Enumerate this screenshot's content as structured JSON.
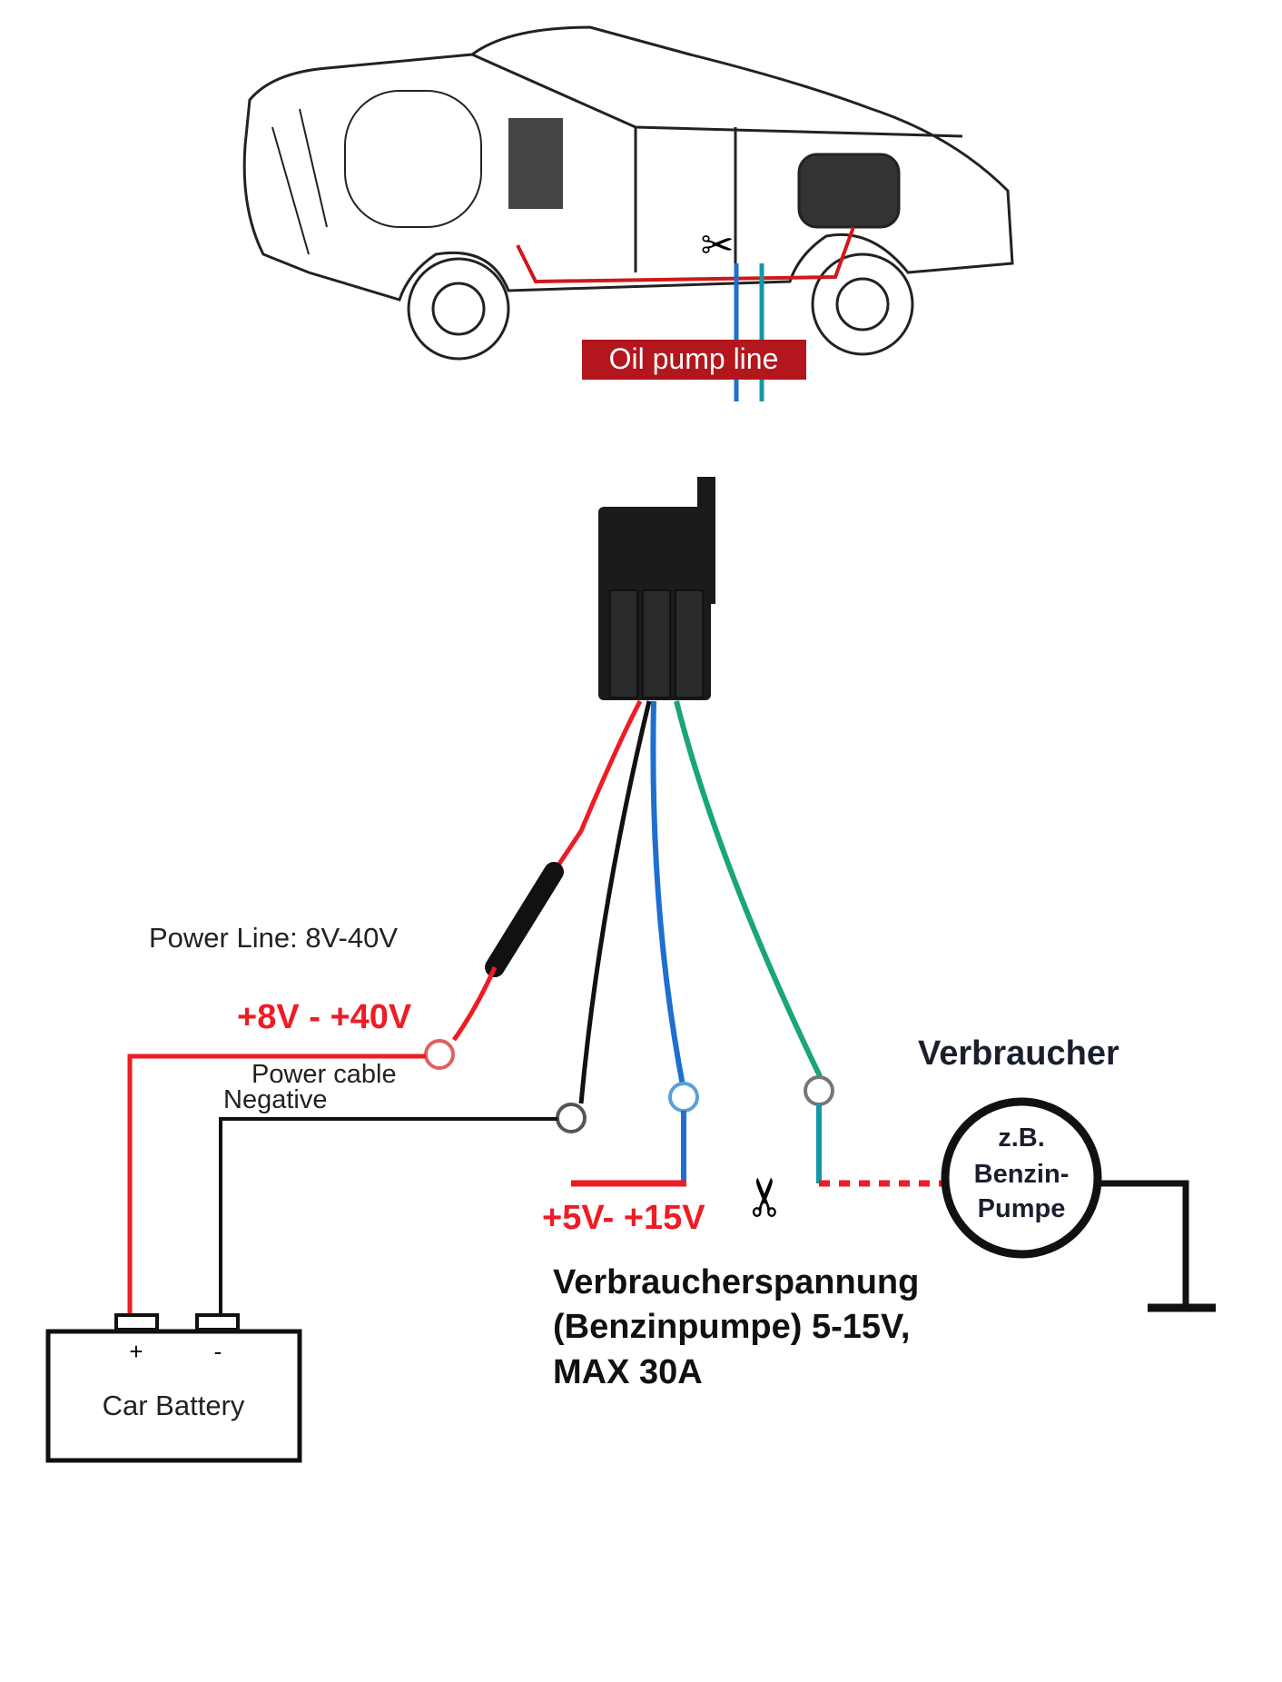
{
  "car": {
    "label": "Oil pump line"
  },
  "colors": {
    "red": "#ee1c24",
    "black": "#111111",
    "blue": "#1e6fd0",
    "green": "#1aa57a",
    "teal": "#1598a8",
    "label_bg": "#b3161d"
  },
  "labels": {
    "power_line": "Power Line: 8V-40V",
    "power_voltage": "+8V - +40V",
    "power_cable": "Power cable",
    "negative": "Negative",
    "load_voltage": "+5V- +15V",
    "consumer": "Verbraucher",
    "pump_line1": "z.B.",
    "pump_line2": "Benzin-",
    "pump_line3": "Pumpe",
    "desc_line1": "Verbraucherspannung",
    "desc_line2": "(Benzinpumpe) 5-15V,",
    "desc_line3": "MAX 30A"
  },
  "battery": {
    "label": "Car Battery",
    "plus": "+",
    "minus": "-"
  },
  "icons": {
    "cut": "scissors-icon",
    "ground": "ground-symbol"
  }
}
